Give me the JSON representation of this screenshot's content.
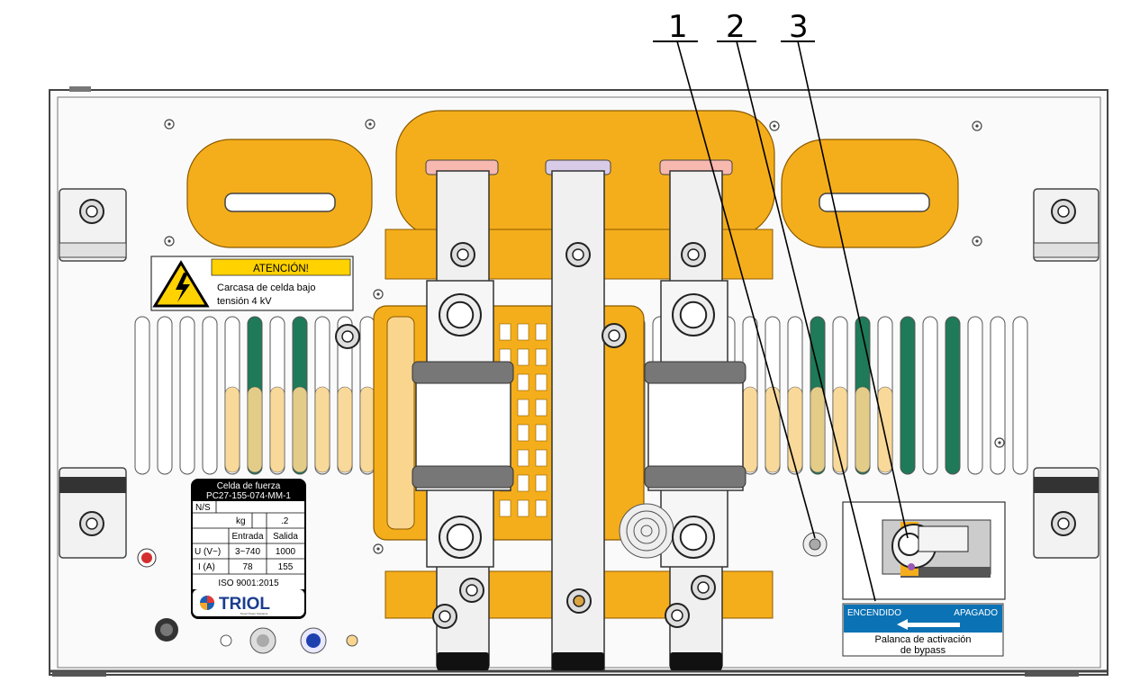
{
  "callouts": [
    "1",
    "2",
    "3"
  ],
  "warning_label": {
    "title": "ATENCIÓN!",
    "line1": "Carcasa de celda bajo",
    "line2": "tensión 4 kV",
    "icon": "high-voltage-icon"
  },
  "nameplate": {
    "title": "Celda de fuerza",
    "model": "PC27-155-074-MM-1",
    "serial_label": "N/S",
    "weight_unit": "kg",
    "weight_value": ".2",
    "col_input": "Entrada",
    "col_output": "Salida",
    "row_voltage": "U (V~)",
    "voltage_in": "3~740",
    "voltage_out": "1000",
    "row_current": "I (A)",
    "current_in": "78",
    "current_out": "155",
    "standard": "ISO 9001:2015",
    "brand": "TRIOL",
    "brand_tagline": "Smart Power Solutions"
  },
  "bypass_label": {
    "on": "ENCENDIDO",
    "off": "APAGADO",
    "line1": "Palanca de activación",
    "line2": "de bypass",
    "arrow_icon": "arrow-left-icon"
  },
  "colors": {
    "orange": "#F5AE1B",
    "orange_light": "#F9D58E",
    "teal": "#1E7A58",
    "steel": "#E6E6E6",
    "blue_label": "#0B72B5",
    "yellow_label": "#FFD200"
  }
}
